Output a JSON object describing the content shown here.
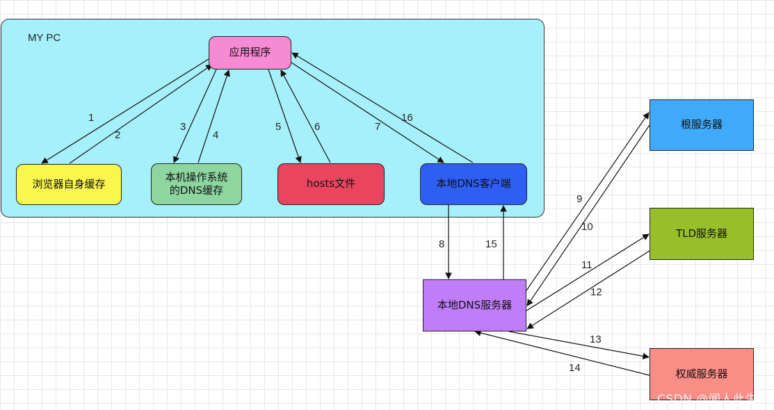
{
  "container": {
    "title": "MY PC"
  },
  "nodes": {
    "app": "应用程序",
    "browser_cache": "浏览器自身缓存",
    "os_cache_line1": "本机操作系统",
    "os_cache_line2": "的DNS缓存",
    "hosts": "hosts文件",
    "dns_client": "本地DNS客户端",
    "local_dns": "本地DNS服务器",
    "root": "根服务器",
    "tld": "TLD服务器",
    "auth": "权威服务器"
  },
  "edges": {
    "e1": "1",
    "e2": "2",
    "e3": "3",
    "e4": "4",
    "e5": "5",
    "e6": "6",
    "e7": "7",
    "e16": "16",
    "e8": "8",
    "e15": "15",
    "e9": "9",
    "e10": "10",
    "e11": "11",
    "e12": "12",
    "e13": "13",
    "e14": "14"
  },
  "watermark": "CSDN @闻人此生"
}
